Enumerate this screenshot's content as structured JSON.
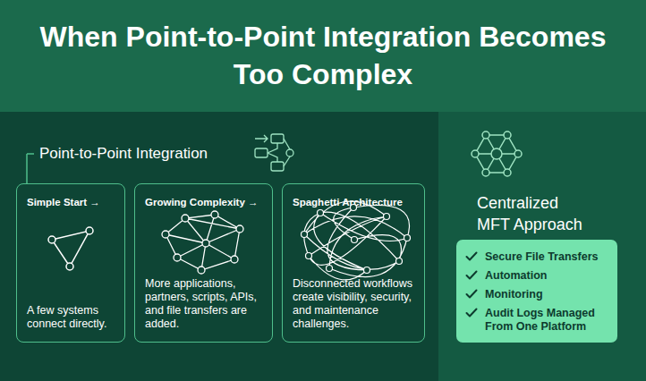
{
  "diagram": {
    "title": "When Point-to-Point Integration Becomes Too Complex",
    "nodes": [
      {
        "text": [
          "Point-to-Point Integration"
        ]
      },
      {
        "text": [
          "Simple Start →",
          "A few systems connect directly."
        ],
        "in": 0
      },
      {
        "text": [
          "Growing Complexity →",
          "More applications, partners, scripts, APIs, and file transfers are added."
        ],
        "in": 0
      },
      {
        "text": [
          "Spaghetti Architecture",
          "Disconnected workflows create visibility, security, and maintenance challenges."
        ],
        "in": 0
      },
      {
        "text": [
          "Centralized MFT Approach"
        ]
      },
      {
        "text": [
          "Secure File Transfers",
          "Automation",
          "Monitoring",
          "Audit Logs Managed From One Platform"
        ],
        "in": 4
      }
    ]
  }
}
